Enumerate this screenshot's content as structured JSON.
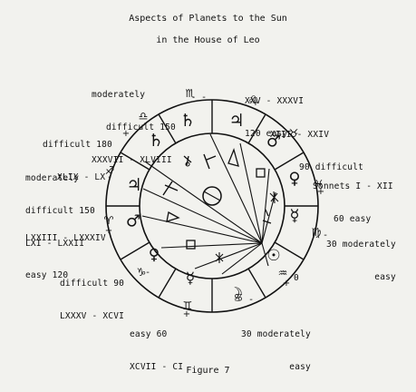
{
  "title_line1": "Aspects of Planets to the Sun",
  "title_line2": "in the House of Leo",
  "caption": "Figure 7",
  "labels": {
    "xxv_xxxvi": [
      "XXV - XXXVI",
      "120 easy"
    ],
    "xiii_xxiv": [
      "XIII - XXIV",
      "90 difficult"
    ],
    "i_xii": [
      "Sonnets I - XII",
      "60 easy"
    ],
    "thirty_top": [
      "30 moderately",
      "easy"
    ],
    "zero": "0",
    "thirty_bottom": [
      "30 moderately",
      "easy"
    ],
    "xcvii_ci": [
      "easy 60",
      "XCVII - CI"
    ],
    "lxxxv_xcvi": [
      "difficult 90",
      "LXXXV - XCVI"
    ],
    "lxxiii_lxxxiv": [
      "LXXIII - LXXXIV",
      "easy 120"
    ],
    "lxi_lxxii": [
      "moderately",
      "difficult 150",
      "LXI - LXXII"
    ],
    "xlix_lx": [
      "difficult 180",
      "XLIX - LX"
    ],
    "xxxvii_xlviii": [
      "moderately",
      "difficult 150",
      "XXXVII - XLVIII"
    ]
  },
  "glyph_names": [
    "scorpio-glyph",
    "saturn-glyph",
    "jupiter-glyph",
    "mars-glyph",
    "venus-glyph",
    "mercury-glyph",
    "moon-glyph",
    "sun-glyph",
    "virgo-glyph",
    "leo-glyph",
    "cancer-glyph",
    "gemini-glyph",
    "taurus-glyph",
    "aries-glyph",
    "pisces-glyph",
    "aquarius-glyph",
    "capricorn-glyph",
    "sagittarius-glyph",
    "libra-glyph"
  ]
}
